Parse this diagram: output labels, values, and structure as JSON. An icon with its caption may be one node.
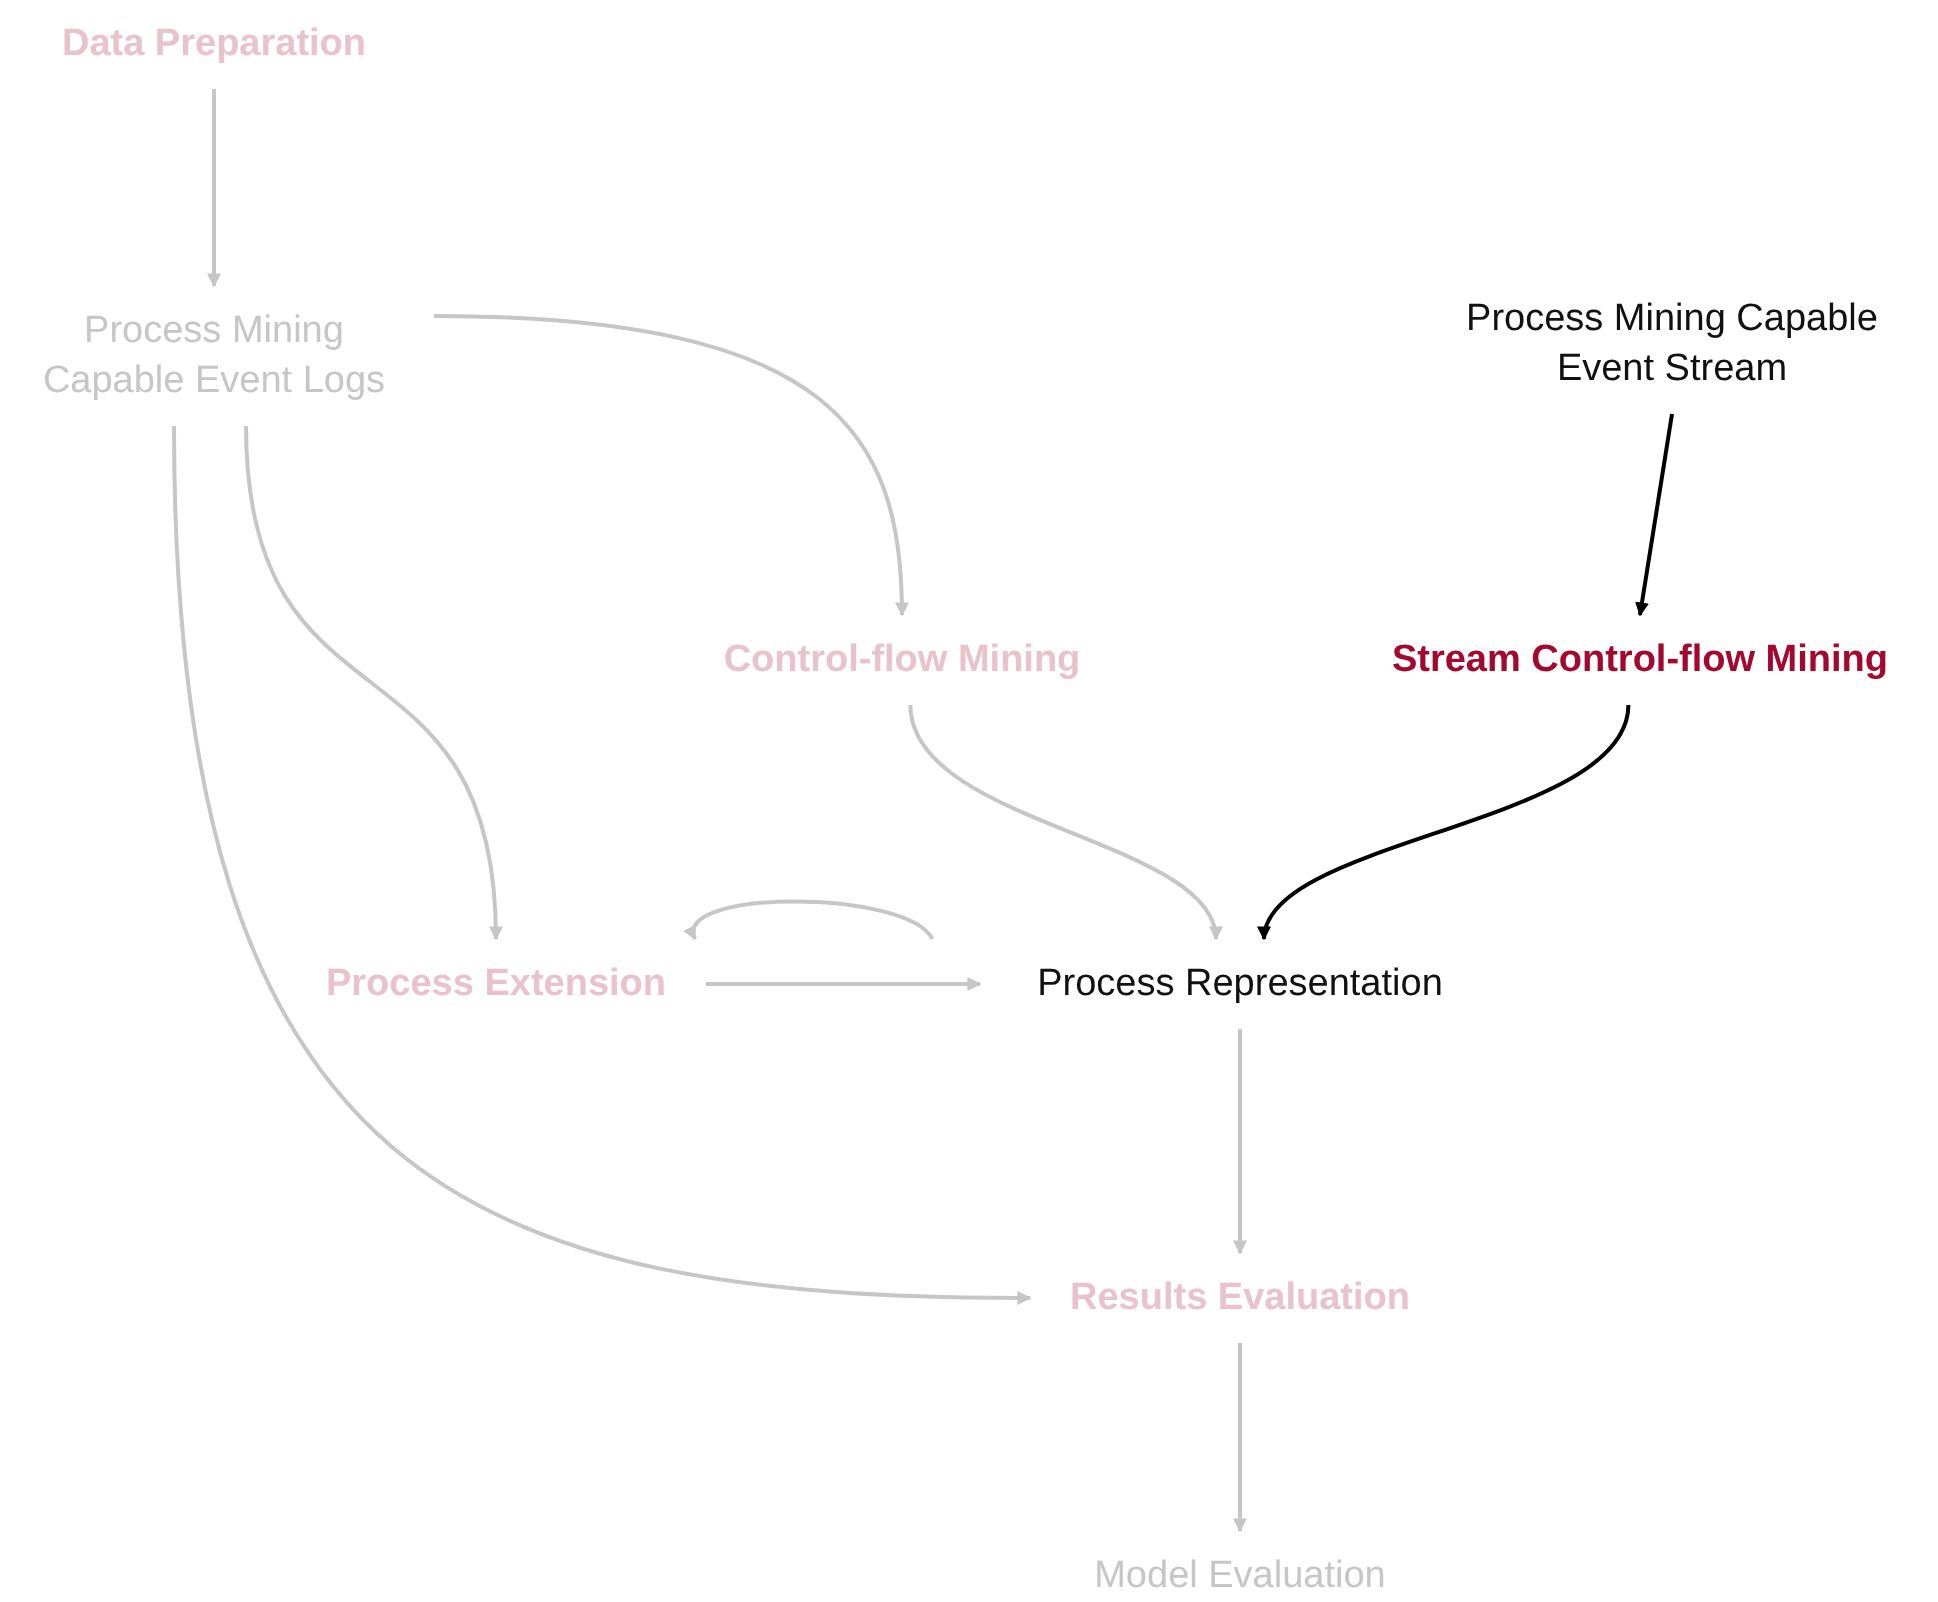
{
  "diagram": {
    "nodes": [
      {
        "text": [
          "Data Preparation"
        ]
      },
      {
        "text": [
          "Process Mining Capable Event Logs"
        ]
      },
      {
        "text": [
          "Process Mining Capable Event Stream"
        ]
      },
      {
        "text": [
          "Control-flow Mining"
        ]
      },
      {
        "text": [
          "Stream Control-flow Mining"
        ]
      },
      {
        "text": [
          "Process Extension"
        ]
      },
      {
        "text": [
          "Process Representation"
        ]
      },
      {
        "text": [
          "Results Evaluation"
        ]
      },
      {
        "text": [
          "Model Evaluation"
        ]
      }
    ],
    "edges": [
      {
        "from": 0,
        "to": 1,
        "arrow": "to"
      },
      {
        "from": 1,
        "to": 3,
        "arrow": "to"
      },
      {
        "from": 1,
        "to": 5,
        "arrow": "to"
      },
      {
        "from": 1,
        "to": 7,
        "arrow": "to"
      },
      {
        "from": 3,
        "to": 6,
        "arrow": "to"
      },
      {
        "from": 4,
        "to": 6,
        "arrow": "to",
        "color": "#000000"
      },
      {
        "from": 2,
        "to": 4,
        "arrow": "to",
        "color": "#000000"
      },
      {
        "from": 6,
        "to": 5,
        "arrow": "to"
      },
      {
        "from": 5,
        "to": 6,
        "arrow": "to"
      },
      {
        "from": 6,
        "to": 7,
        "arrow": "to"
      },
      {
        "from": 7,
        "to": 8,
        "arrow": "to"
      }
    ]
  }
}
